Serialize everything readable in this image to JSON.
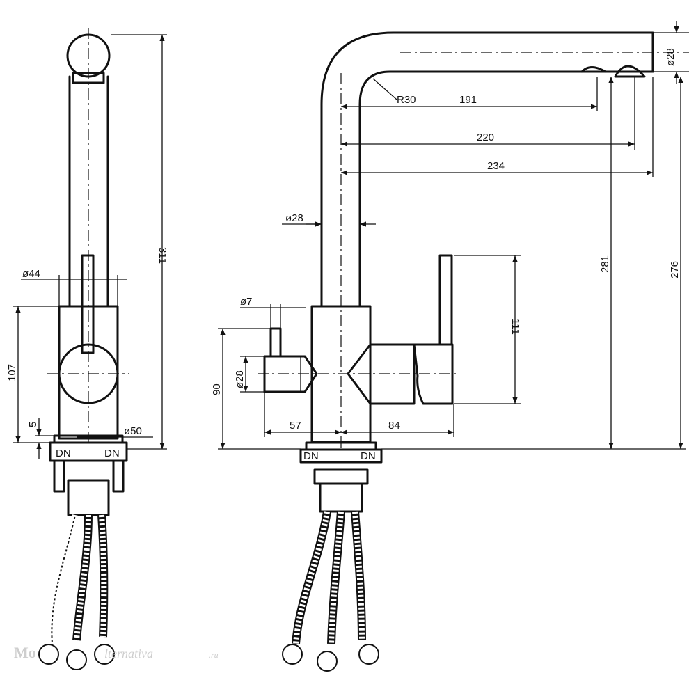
{
  "side_view": {
    "dimensions": {
      "total_height": "311",
      "body_diameter": "ø44",
      "body_height": "107",
      "base_height": "5",
      "base_diameter": "ø50"
    },
    "base_mark": "DN"
  },
  "front_view": {
    "dimensions": {
      "outlet_diameter": "ø28",
      "bend_radius": "R30",
      "reach_filter_outlet": "191",
      "reach_main_outlet": "220",
      "reach_total": "234",
      "spout_diameter": "ø28",
      "lever_small_diameter": "ø7",
      "filter_handle_diameter": "ø28",
      "handle_axis_height": "90",
      "lever_height": "111",
      "left_handle_length": "57",
      "right_handle_length": "84",
      "main_outlet_height": "281",
      "filter_outlet_height": "276"
    },
    "base_mark": "DN"
  },
  "watermark": {
    "brand": "Mo",
    "brand_tail": "lternativa",
    "domain": ".ru"
  }
}
